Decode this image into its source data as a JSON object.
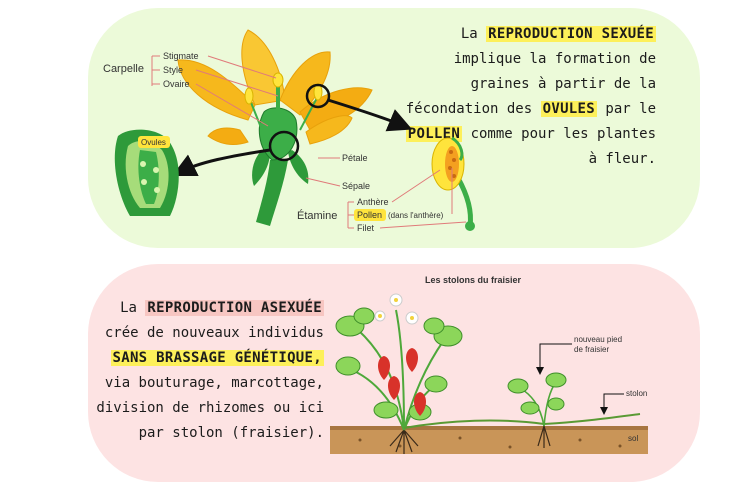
{
  "top": {
    "p_la": "La",
    "p_hl1": "REPRODUCTION SEXUÉE",
    "p_mid": "implique la formation de graines à partir de la fécondation des",
    "p_hl2": "OVULES",
    "p_par": "par le",
    "p_hl3": "POLLEN",
    "p_end": "comme pour les plantes à fleur."
  },
  "flower": {
    "carpelle": "Carpelle",
    "stigmate": "Stigmate",
    "style": "Style",
    "ovaire": "Ovaire",
    "ovules": "Ovules",
    "petale": "Pétale",
    "sepale": "Sépale",
    "etamine": "Étamine",
    "anthere": "Anthère",
    "pollen": "Pollen",
    "pollen_note": "(dans l'anthère)",
    "filet": "Filet"
  },
  "bottom": {
    "p_la": "La",
    "p_hl1": "REPRODUCTION ASEXUÉE",
    "p_mid": "crée de nouveaux individus",
    "p_hl2": "SANS BRASSAGE GÉNÉTIQUE,",
    "p_end": "via bouturage, marcottage, division de rhizomes ou ici par stolon (fraisier)."
  },
  "strawberry": {
    "title": "Les stolons du fraisier",
    "nouveau_pied_1": "nouveau pied",
    "nouveau_pied_2": "de fraisier",
    "stolon": "stolon",
    "sol": "sol"
  },
  "colors": {
    "top_panel": "#ecfad9",
    "bottom_panel": "#fde3e3",
    "highlight_yellow": "#fdf05a",
    "highlight_pink": "#f7c6c2",
    "petal": "#f6b81c",
    "green": "#2e9a3a"
  }
}
